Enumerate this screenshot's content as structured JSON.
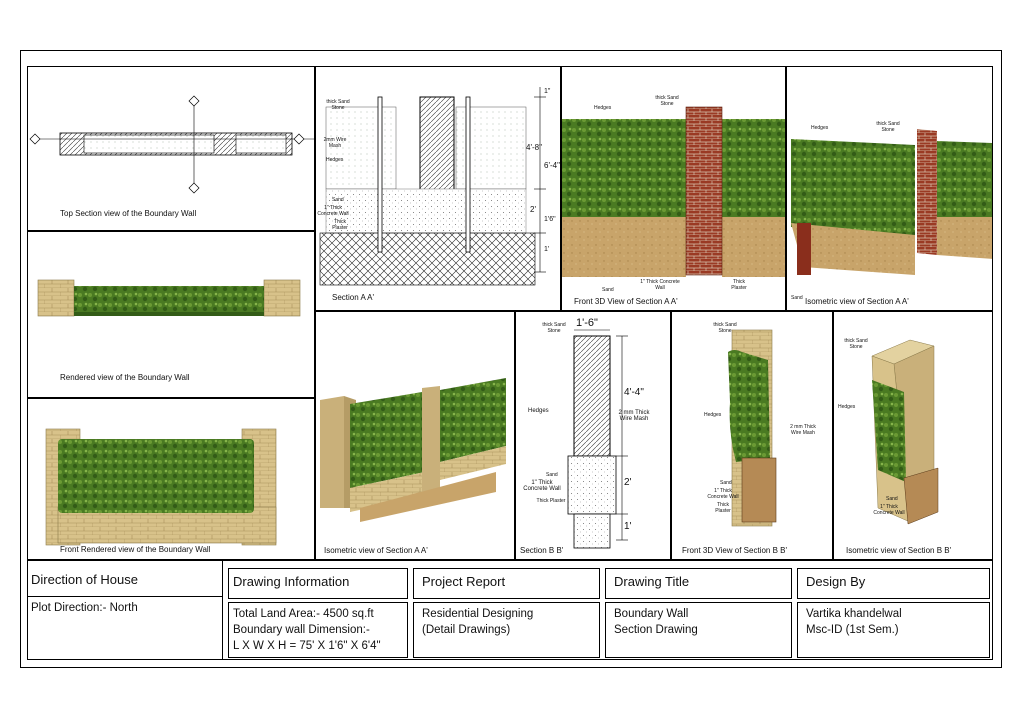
{
  "views": {
    "top_section": {
      "caption": "Top Section view of the Boundary Wall"
    },
    "section_aa": {
      "caption": "Section A A'",
      "labels": {
        "sandstone": "thick Sand Stone",
        "wire_mesh": "2mm Wire Mash",
        "hedges": "Hedges",
        "sand": "Sand",
        "concrete": "1\" Thick Concrete Wall",
        "plaster": "Thick Plaster"
      },
      "dims": {
        "d1": "1\"",
        "d2": "6'-4\"",
        "d3": "4'-8\"",
        "d4": "2'",
        "d5": "1'6\"",
        "d6": "1'"
      }
    },
    "front3d_aa": {
      "caption": "Front 3D View of Section A A'",
      "labels": {
        "hedges": "Hedges",
        "sandstone": "thick Sand Stone",
        "sand": "Sand",
        "concrete": "1\" Thick Concrete Wall",
        "plaster": "Thick Plaster"
      }
    },
    "iso_right": {
      "caption": "Isometric view  of  Section A A'",
      "labels": {
        "hedges": "Hedges",
        "sandstone": "thick Sand Stone",
        "sand": "Sand"
      }
    },
    "rendered": {
      "caption": "Rendered view of the Boundary Wall"
    },
    "front_rendered": {
      "caption": "Front Rendered view of the Boundary Wall"
    },
    "iso_aa": {
      "caption": "Isometric view of Section A A'"
    },
    "section_bb": {
      "caption": "Section B B'",
      "labels": {
        "sandstone": "thick Sand Stone",
        "hedges": "Hedges",
        "wire_mesh": "2 mm Thick Wire Mash",
        "sand": "Sand",
        "concrete": "1\" Thick Concrete Wall",
        "plaster": "Thick Plaster"
      },
      "dims": {
        "width": "1'-6\"",
        "h1": "4'-4\"",
        "h2": "2'",
        "h3": "1'"
      }
    },
    "front3d_bb": {
      "caption": "Front 3D View of Section B B'",
      "labels": {
        "sandstone": "thick Sand Stone",
        "hedges": "Hedges",
        "wire_mesh": "2 mm Thick Wire Mash",
        "sand": "Sand",
        "concrete": "1\" Thick Concrete Wall",
        "plaster": "Thick Plaster"
      }
    },
    "iso_bb": {
      "caption": "Isometric view of Section B B'",
      "labels": {
        "sandstone": "thick Sand Stone",
        "hedges": "Hedges",
        "sand": "Sand",
        "concrete": "1\" Thick Concrete Wall"
      }
    }
  },
  "title_block": {
    "direction": {
      "heading": "Direction of House",
      "value": "Plot Direction:- North"
    },
    "drawing_info": {
      "heading": "Drawing Information",
      "line1": "Total Land Area:- 4500 sq.ft",
      "line2": "Boundary wall Dimension:-",
      "line3": "L X W X H = 75' X 1'6\" X 6'4\""
    },
    "project_report": {
      "heading": "Project Report",
      "line1": "Residential Designing",
      "line2": "(Detail Drawings)"
    },
    "drawing_title": {
      "heading": "Drawing Title",
      "line1": "Boundary Wall",
      "line2": "Section Drawing"
    },
    "design_by": {
      "heading": "Design By",
      "line1": "Vartika khandelwal",
      "line2": "Msc-ID (1st Sem.)"
    }
  },
  "colors": {
    "hedge": "#3f6e1e",
    "hedge_light": "#6b9a34",
    "sandstone": "#d8c28a",
    "brick": "#9a3a24",
    "soil": "#c8a46a"
  }
}
